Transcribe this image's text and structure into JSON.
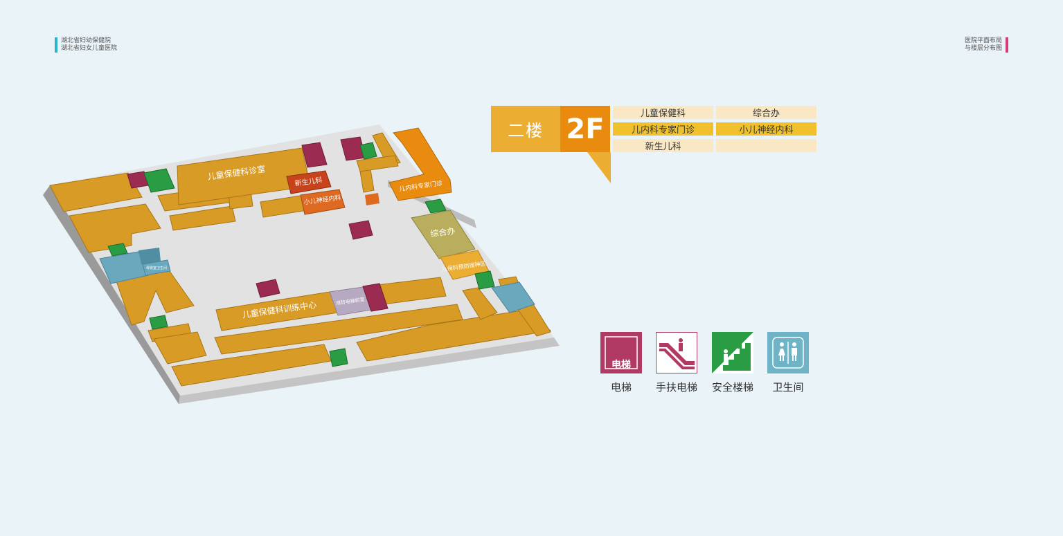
{
  "header": {
    "org_line1": "湖北省妇幼保健院",
    "org_line2": "湖北省妇女儿童医院",
    "doc_line1": "医院平面布局",
    "doc_line2": "与楼层分布图"
  },
  "floor": {
    "name_cn": "二楼",
    "code": "2F",
    "departments": [
      "儿童保健科",
      "综合办",
      "儿内科专家门诊",
      "小儿神经内科",
      "新生儿科",
      ""
    ]
  },
  "map": {
    "rooms": {
      "child_care_clinic": "儿童保健科诊室",
      "neonatal": "新生儿科",
      "pediatric_neuro": "小儿神经内科",
      "pediatric_expert": "儿内科专家门诊",
      "general_office": "综合办",
      "child_vaccination": "儿保科预防接种区",
      "child_training_center": "儿童保健科训练中心",
      "fire_elevator_room": "消防电梯前室",
      "restroom_small": "母婴室卫生间"
    }
  },
  "legend": [
    {
      "label": "电梯",
      "icon": "elevator-icon",
      "icon_text": "电梯",
      "color": "#b03a63"
    },
    {
      "label": "手扶电梯",
      "icon": "escalator-icon",
      "color": "#b03a63"
    },
    {
      "label": "安全楼梯",
      "icon": "stairs-icon",
      "color": "#2a9c43"
    },
    {
      "label": "卫生间",
      "icon": "restroom-icon",
      "color": "#6fb3c6"
    }
  ],
  "colors": {
    "room": "#d89b26",
    "room_dark": "#a87515",
    "floor": "#dcdcdc",
    "orange_room": "#e98b0e",
    "red_room": "#c7431c",
    "olive_room": "#b8ae5e",
    "lavender_room": "#b7a9c2",
    "elevator": "#9c2b51",
    "stairs": "#2a9c43",
    "restroom": "#6aa9bd"
  }
}
